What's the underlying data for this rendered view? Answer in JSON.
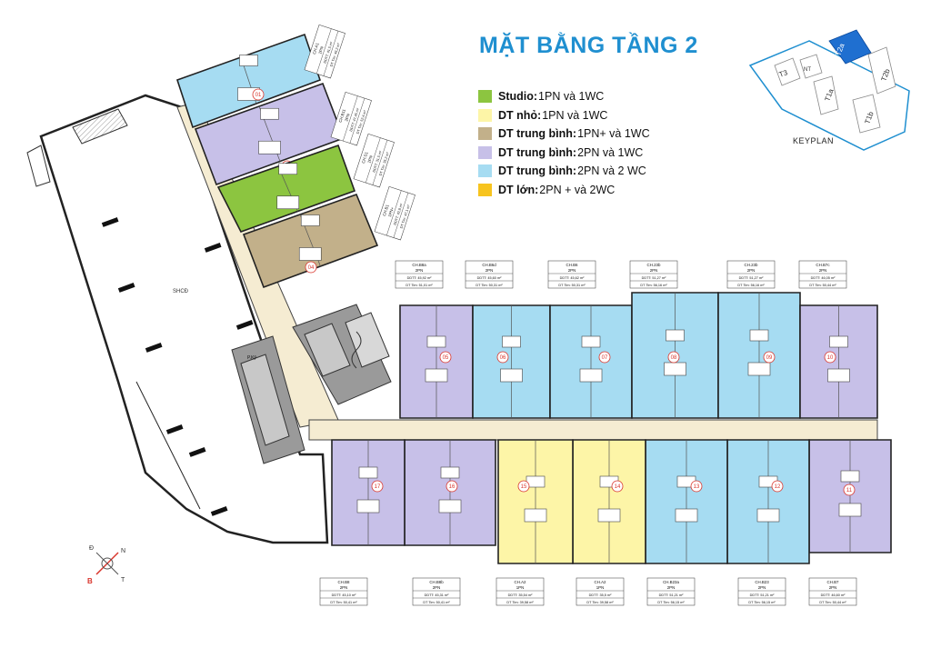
{
  "title": "MẶT BẰNG TẦNG 2",
  "legend": [
    {
      "label": "Studio:",
      "desc": " 1PN và 1WC",
      "color": "#8cc540"
    },
    {
      "label": "DT nhỏ:",
      "desc": " 1PN  và 1WC",
      "color": "#fdf5a7"
    },
    {
      "label": "DT trung bình:",
      "desc": " 1PN+ và 1WC",
      "color": "#c2b08a"
    },
    {
      "label": "DT trung bình:",
      "desc": " 2PN và 1WC",
      "color": "#c7c0e8"
    },
    {
      "label": "DT trung bình:",
      "desc": " 2PN và 2 WC",
      "color": "#a6dcf2"
    },
    {
      "label": "DT lớn:",
      "desc": " 2PN + và 2WC",
      "color": "#f7c41f"
    }
  ],
  "keyplan": {
    "label": "KEYPLAN",
    "buildings": [
      "T3",
      "NT",
      "T2a",
      "T2b",
      "T1a",
      "T1b"
    ],
    "highlight": "T2a"
  },
  "common_area": {
    "label": "SHCĐ"
  },
  "stair_label": "P.Kỹ",
  "compass": {
    "letters": [
      "Đ",
      "N",
      "B",
      "T"
    ]
  },
  "units": [
    {
      "no": "01",
      "type": "CH.A1",
      "pn": "1PN",
      "area1": "DDTT: 41,5 m²",
      "area2": "DT Tim: 46,2 m²",
      "color": "#a6dcf2"
    },
    {
      "no": "02",
      "type": "CH.B11",
      "pn": "2PN",
      "area1": "DDTT: 47,45 m²",
      "area2": "DT Tim: 52,4 m²",
      "color": "#c7c0e8"
    },
    {
      "no": "03",
      "type": "CH.S1",
      "pn": "1PN",
      "area1": "DDTT: 31,5 m²",
      "area2": "DT Tim: 35,2 m²",
      "color": "#8cc540"
    },
    {
      "no": "04",
      "type": "CH.B1",
      "pn": "1PN+",
      "area1": "DDTT: 42,8 m²",
      "area2": "DT Tim: 47,1 m²",
      "color": "#c2b08a"
    },
    {
      "no": "05",
      "type": "CH.B8a",
      "pn": "2PN",
      "area1": "DDTT: 45,92 m²",
      "area2": "DT Tim: 51,01 m²",
      "color": "#c7c0e8"
    },
    {
      "no": "06",
      "type": "CH.B6d",
      "pn": "2PN",
      "area1": "DDTT: 45,60 m²",
      "area2": "DT Tim: 50,31 m²",
      "color": "#a6dcf2"
    },
    {
      "no": "07",
      "type": "CH.B6",
      "pn": "2PN",
      "area1": "DDTT: 45,62 m²",
      "area2": "DT Tim: 50,31 m²",
      "color": "#a6dcf2"
    },
    {
      "no": "08",
      "type": "CH.23b",
      "pn": "2PN",
      "area1": "DDTT: 51,27 m²",
      "area2": "DT Tim: 56,16 m²",
      "color": "#a6dcf2"
    },
    {
      "no": "09",
      "type": "CH.23b",
      "pn": "2PN",
      "area1": "DDTT: 51,27 m²",
      "area2": "DT Tim: 56,16 m²",
      "color": "#a6dcf2"
    },
    {
      "no": "10",
      "type": "CH.B7c",
      "pn": "2PN",
      "area1": "DDTT: 46,05 m²",
      "area2": "DT Tim: 50,44 m²",
      "color": "#c7c0e8"
    },
    {
      "no": "11",
      "type": "CH.B7",
      "pn": "2PN",
      "area1": "DDTT: 46,60 m²",
      "area2": "DT Tim: 50,44 m²",
      "color": "#c7c0e8"
    },
    {
      "no": "12",
      "type": "CH.B23",
      "pn": "2PN",
      "area1": "DDTT: 51,21 m²",
      "area2": "DT Tim: 56,15 m²",
      "color": "#a6dcf2"
    },
    {
      "no": "13",
      "type": "CH.B23a",
      "pn": "2PN",
      "area1": "DDTT: 51,21 m²",
      "area2": "DT Tim: 56,15 m²",
      "color": "#a6dcf2"
    },
    {
      "no": "14",
      "type": "CH.A2",
      "pn": "1PN",
      "area1": "DDTT: 35,5 m²",
      "area2": "DT Tim: 39,58 m²",
      "color": "#fdf5a7"
    },
    {
      "no": "15",
      "type": "CH.A2",
      "pn": "1PN",
      "area1": "DDTT: 35,54 m²",
      "area2": "DT Tim: 39,58 m²",
      "color": "#fdf5a7"
    },
    {
      "no": "16",
      "type": "CH.B8b",
      "pn": "2PN",
      "area1": "DDTT: 45,31 m²",
      "area2": "DT Tim: 50,41 m²",
      "color": "#c7c0e8"
    },
    {
      "no": "17",
      "type": "CH.B8",
      "pn": "2PN",
      "area1": "DDTT: 45,10 m²",
      "area2": "DT Tim: 50,41 m²",
      "color": "#c7c0e8"
    }
  ]
}
